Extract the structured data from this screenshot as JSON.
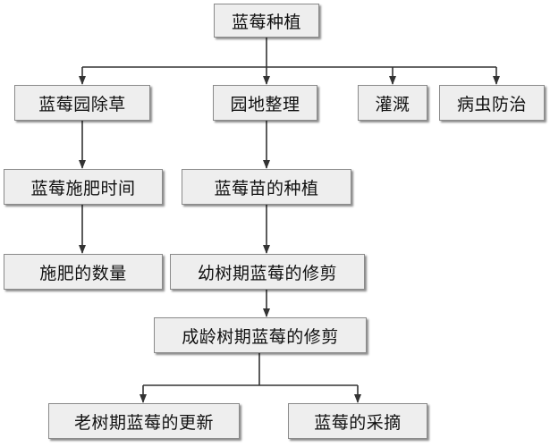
{
  "nodes": {
    "root": "蓝莓种植",
    "weeding": "蓝莓园除草",
    "site_prep": "园地整理",
    "irrigation": "灌溉",
    "pest_control": "病虫防治",
    "fert_time": "蓝莓施肥时间",
    "seedling_planting": "蓝莓苗的种植",
    "fert_amount": "施肥的数量",
    "young_pruning": "幼树期蓝莓的修剪",
    "mature_pruning": "成龄树期蓝莓的修剪",
    "old_renewal": "老树期蓝莓的更新",
    "harvest": "蓝莓的采摘"
  },
  "colors": {
    "box_fill": "#eeeeee",
    "box_border": "#8a8a8a",
    "line": "#333333",
    "text": "#111111"
  }
}
